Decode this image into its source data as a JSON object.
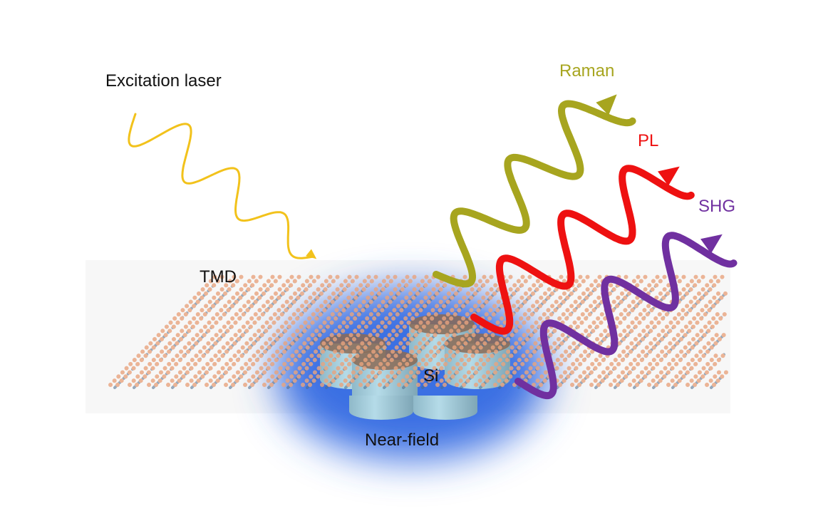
{
  "labels": {
    "excitation": "Excitation laser",
    "raman": "Raman",
    "pl": "PL",
    "shg": "SHG",
    "tmd": "TMD",
    "si": "Si",
    "near_field": "Near-field"
  },
  "colors": {
    "excitation": "#f2c21b",
    "raman": "#a7a51f",
    "pl": "#ee1111",
    "shg": "#7030a0",
    "near_field": "#3b6fe3",
    "atom_s": "#e9a47e",
    "atom_m": "#4b6d8e",
    "si": "#a9d3e3"
  }
}
